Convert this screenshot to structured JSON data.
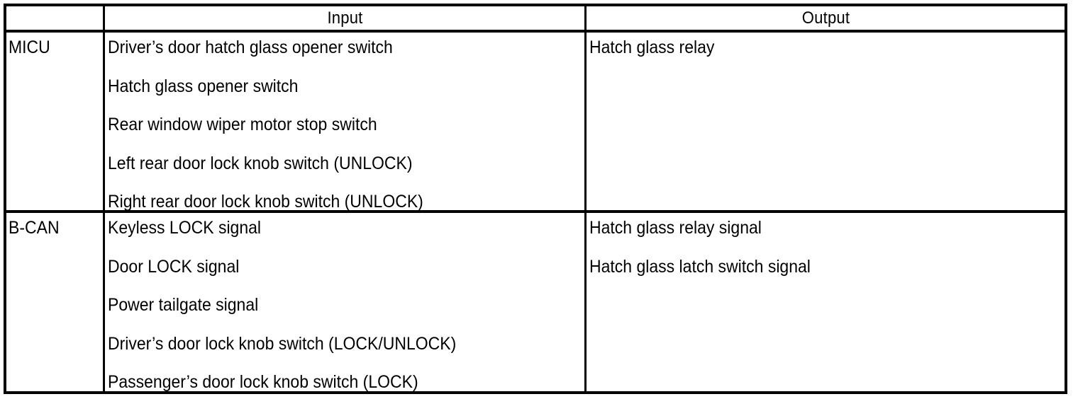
{
  "table": {
    "columns": {
      "label_header": "",
      "input_header": "Input",
      "output_header": "Output"
    },
    "sections": [
      {
        "label": "MICU",
        "input": [
          "Driver’s door hatch glass opener switch",
          "Hatch glass opener switch",
          "Rear window wiper motor stop switch",
          "Left rear door lock knob switch (UNLOCK)",
          "Right rear door lock knob switch (UNLOCK)"
        ],
        "output": [
          "Hatch glass relay"
        ]
      },
      {
        "label": "B-CAN",
        "input": [
          "Keyless LOCK signal",
          "Door LOCK signal",
          "Power tailgate signal",
          "Driver’s door lock knob switch (LOCK/UNLOCK)",
          "Passenger’s door lock knob switch (LOCK)"
        ],
        "output": [
          "Hatch glass relay signal",
          "Hatch glass latch switch signal"
        ]
      }
    ]
  },
  "colors": {
    "border": "#000000",
    "text": "#000000",
    "background": "#ffffff"
  }
}
